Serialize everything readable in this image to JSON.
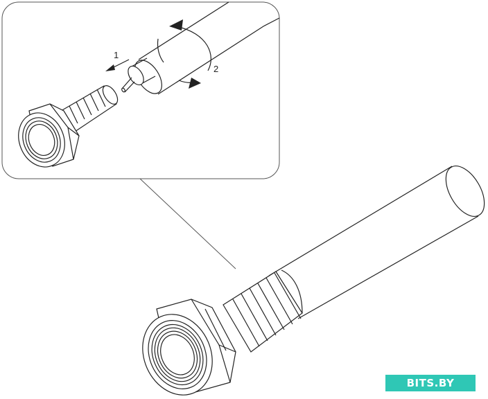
{
  "callout": {
    "step_1": "1",
    "step_2": "2"
  },
  "watermark": {
    "text": "BITS.BY",
    "color": "#2fc7b5"
  },
  "line_color": "#333333"
}
